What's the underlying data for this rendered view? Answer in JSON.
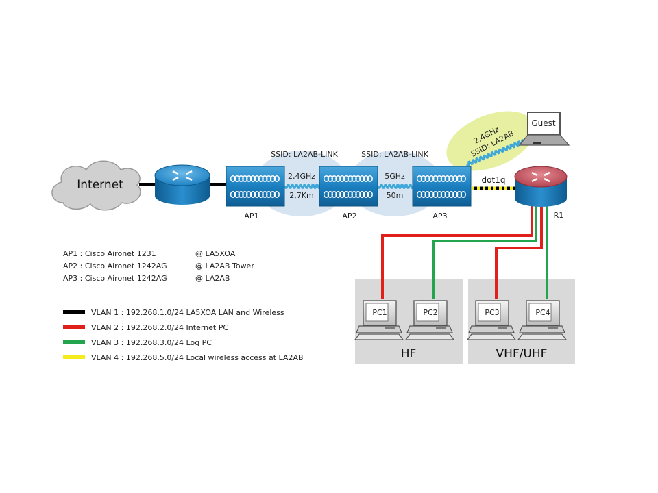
{
  "colors": {
    "vlan1": "#000000",
    "vlan2": "#e0211b",
    "vlan3": "#23a54d",
    "vlan4": "#f5ec1f",
    "device_blue": "#1b7fc0",
    "router_red": "#c0505a",
    "bubble": "#d6e3f0",
    "guest_bubble": "#e6f0a0",
    "room": "#d9d9d9",
    "wireless": "#3fa8d8"
  },
  "cloud": {
    "label": "Internet"
  },
  "access_points": [
    {
      "label": "AP1"
    },
    {
      "label": "AP2"
    },
    {
      "label": "AP3"
    }
  ],
  "router": {
    "label": "R1"
  },
  "links": {
    "ap1_ap2": {
      "band": "2,4GHz",
      "distance": "2,7Km"
    },
    "ap2_ap3": {
      "band": "5GHz",
      "distance": "50m"
    },
    "ap3_r1": {
      "label": "dot1q"
    }
  },
  "ssids": {
    "link1": "SSID: LA2AB-LINK",
    "link2": "SSID: LA2AB-LINK",
    "guest_band": "2,4GHz",
    "guest_ssid": "SSID: LA2AB"
  },
  "guest": {
    "label": "Guest"
  },
  "ap_info": [
    {
      "device": "AP1 : Cisco Aironet 1231",
      "location": "@ LA5XOA"
    },
    {
      "device": "AP2 : Cisco Aironet 1242AG",
      "location": "@ LA2AB Tower"
    },
    {
      "device": "AP3 : Cisco Aironet 1242AG",
      "location": "@ LA2AB"
    }
  ],
  "legend": [
    {
      "color_key": "vlan1",
      "text": "VLAN 1 : 192.268.1.0/24 LA5XOA LAN and Wireless"
    },
    {
      "color_key": "vlan2",
      "text": "VLAN 2 : 192.268.2.0/24 Internet PC"
    },
    {
      "color_key": "vlan3",
      "text": "VLAN 3 : 192.268.3.0/24 Log PC"
    },
    {
      "color_key": "vlan4",
      "text": "VLAN 4 : 192.268.5.0/24 Local wireless access at LA2AB"
    }
  ],
  "rooms": [
    {
      "label": "HF"
    },
    {
      "label": "VHF/UHF"
    }
  ],
  "pcs": [
    {
      "label": "PC1"
    },
    {
      "label": "PC2"
    },
    {
      "label": "PC3"
    },
    {
      "label": "PC4"
    }
  ]
}
